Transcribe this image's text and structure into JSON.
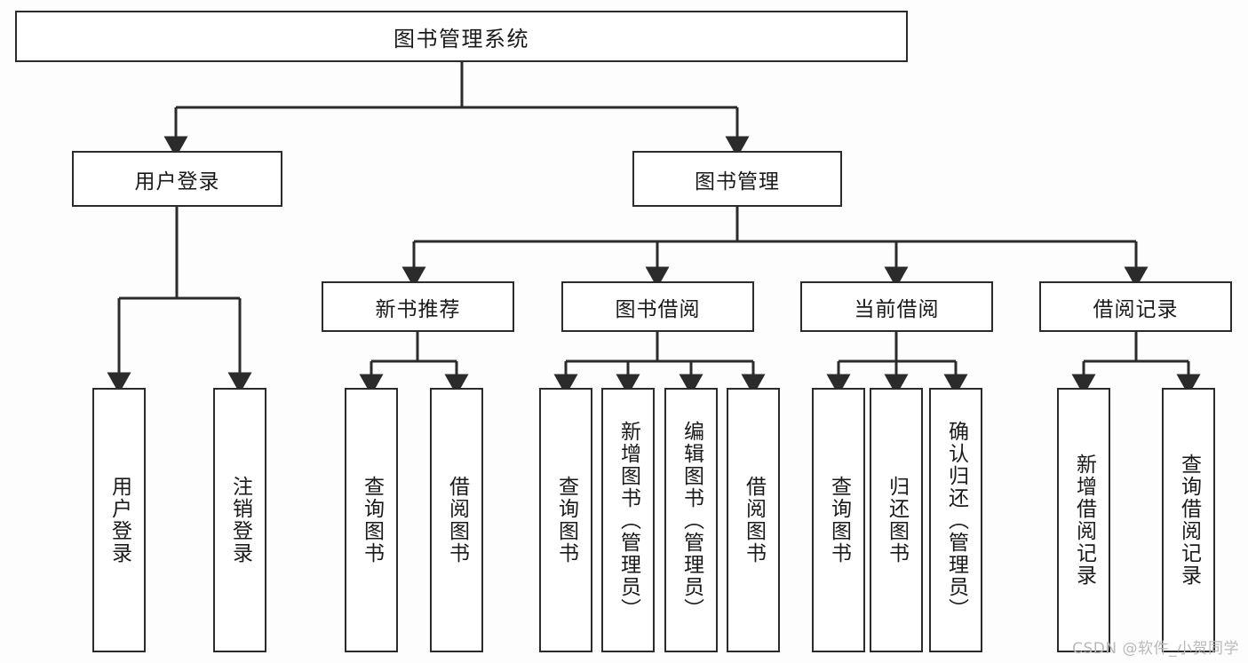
{
  "diagram": {
    "title": "图书管理系统",
    "watermark": "CSDN @软件_小贺同学",
    "line_color": "#2b2b2b",
    "box_fill": "#ffffff",
    "background": "#fdfdfd",
    "root": {
      "label": "图书管理系统"
    },
    "level2": {
      "user_login": {
        "label": "用户登录"
      },
      "book_manage": {
        "label": "图书管理"
      }
    },
    "level3": {
      "new_book_rec": {
        "label": "新书推荐"
      },
      "book_borrow": {
        "label": "图书借阅"
      },
      "current_borrow": {
        "label": "当前借阅"
      },
      "borrow_record": {
        "label": "借阅记录"
      }
    },
    "leaves": {
      "user_login": [
        {
          "label": "用户登录"
        },
        {
          "label": "注销登录"
        }
      ],
      "new_book_rec": [
        {
          "label": "查询图书"
        },
        {
          "label": "借阅图书"
        }
      ],
      "book_borrow": [
        {
          "label": "查询图书"
        },
        {
          "label": "新增图书（管理员）"
        },
        {
          "label": "编辑图书（管理员）"
        },
        {
          "label": "借阅图书"
        }
      ],
      "current_borrow": [
        {
          "label": "查询图书"
        },
        {
          "label": "归还图书"
        },
        {
          "label": "确认归还（管理员）"
        }
      ],
      "borrow_record": [
        {
          "label": "新增借阅记录"
        },
        {
          "label": "查询借阅记录"
        }
      ]
    }
  }
}
